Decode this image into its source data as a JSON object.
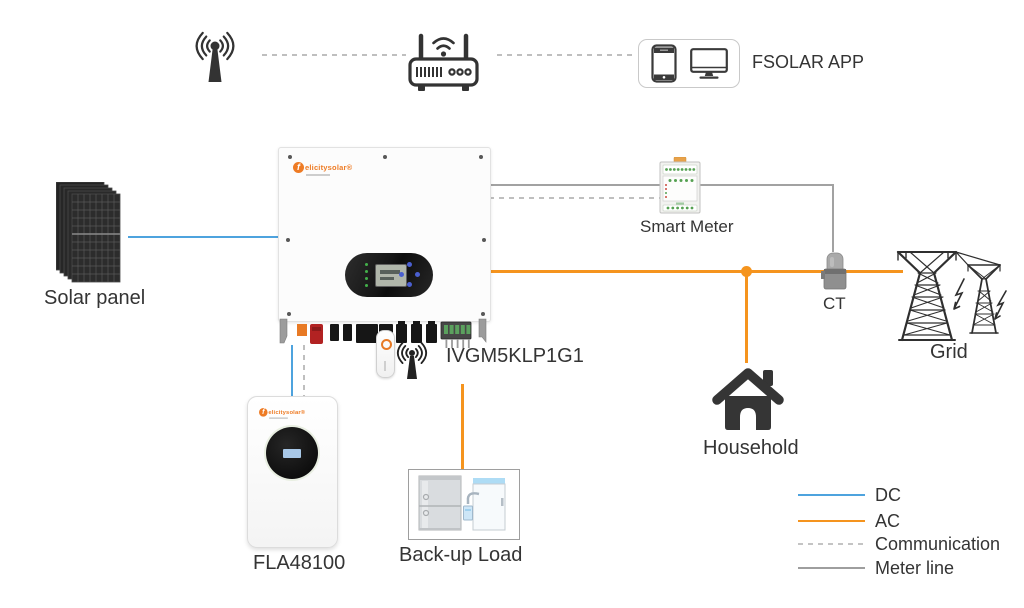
{
  "brand": {
    "initial": "f",
    "rest": "elicitysolar®",
    "color": "#ee7b24"
  },
  "nodes": {
    "app_label": "FSOLAR APP",
    "solar_panel": "Solar panel",
    "inverter_model": "IVGM5KLP1G1",
    "battery_model": "FLA48100",
    "backup_load": "Back-up Load",
    "smart_meter": "Smart Meter",
    "ct": "CT",
    "grid": "Grid",
    "household": "Household"
  },
  "legend": {
    "items": [
      {
        "label": "DC",
        "color": "#4ea3de",
        "style": "solid"
      },
      {
        "label": "AC",
        "color": "#f5941e",
        "style": "solid"
      },
      {
        "label": "Communication",
        "color": "#bfbfbf",
        "style": "dashed"
      },
      {
        "label": "Meter line",
        "color": "#9e9e9e",
        "style": "solid"
      }
    ]
  }
}
